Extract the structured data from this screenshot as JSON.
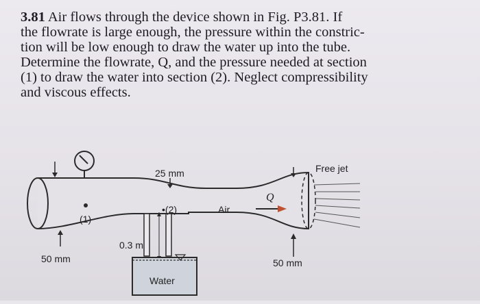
{
  "problem": {
    "number": "3.81",
    "lines": [
      "Air flows through the device shown in Fig. P3.81. If",
      "the flowrate is large enough, the pressure within the constric-",
      "tion will be low enough to draw the water up into the tube.",
      "Determine the flowrate, Q, and the pressure needed at section",
      "(1) to draw the water into section (2). Neglect compressibility",
      "and viscous effects."
    ]
  },
  "figure": {
    "label_25mm": "25 mm",
    "label_free_jet": "Free jet",
    "label_section2": "•(2)",
    "label_section1": "(1)",
    "label_air": "Air",
    "label_Q": "Q",
    "label_0_3m": "0.3 m",
    "label_50mm_left": "50 mm",
    "label_50mm_right": "50 mm",
    "label_water": "Water"
  }
}
